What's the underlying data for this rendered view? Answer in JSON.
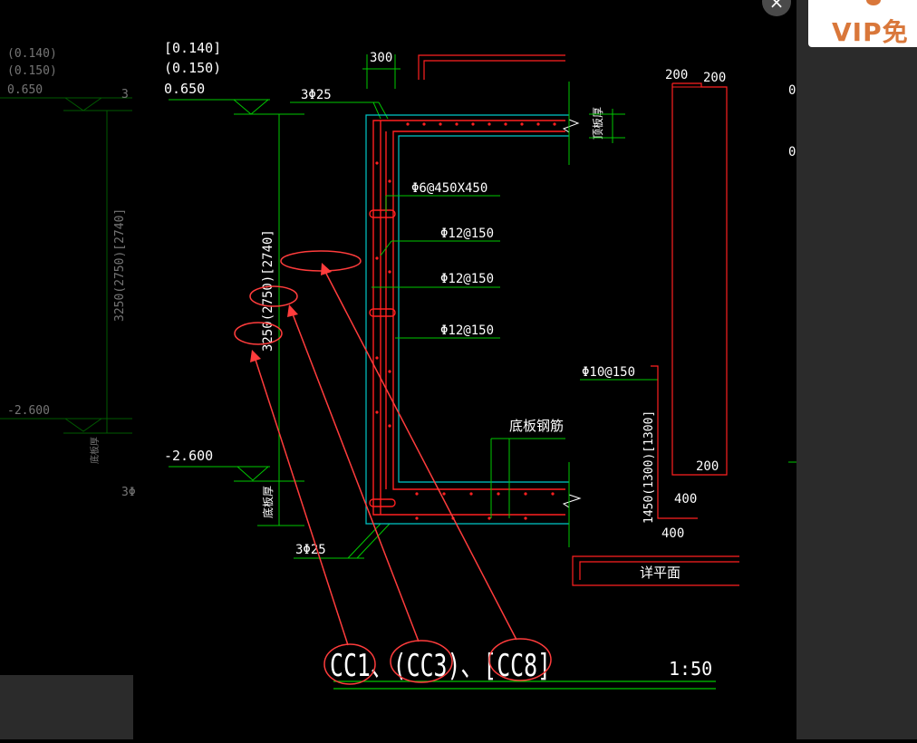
{
  "ui": {
    "vip_label": "VIP免",
    "close_glyph": "×"
  },
  "colors": {
    "background": "#000000",
    "dimension_line": "#00c800",
    "text": "#ffffff",
    "rebar": "#ff2020",
    "formwork": "#00c8c8",
    "annotation": "#ff3c3c",
    "panel": "#2b2b2b",
    "vip_accent": "#d9773a"
  },
  "ghost_left": {
    "elev_top": "(0.140)",
    "elev_mid": "(0.150)",
    "elev_base": "0.650",
    "bar_top": "3",
    "height_dim": "3250(2750)[2740]",
    "elev_bottom": "-2.600",
    "slab_thickness": "底板厚",
    "bar_bottom": "3Φ"
  },
  "ghost_right": {
    "label_a": "0",
    "label_b": "0"
  },
  "section": {
    "elev_top": "[0.140]",
    "elev_mid": "(0.150)",
    "elev_base": "0.650",
    "top_bars": "3Φ25",
    "wall_width": "300",
    "side_slab_label": "顶板厚",
    "tie_rebar": "Φ6@450X450",
    "horizontal_rebar_1": "Φ12@150",
    "horizontal_rebar_2": "Φ12@150",
    "horizontal_rebar_3": "Φ12@150",
    "height_dim": "3250(2750)[2740]",
    "elev_bottom": "-2.600",
    "slab_thickness": "底板厚",
    "slab_rebar": "底板钢筋",
    "bottom_bars": "3Φ25",
    "detail_ref": "详平面"
  },
  "detail": {
    "dim_top_left": "200",
    "dim_top_right": "200",
    "stirrup": "Φ10@150",
    "height_dim": "1450(1300)[1300]",
    "dim_200": "200",
    "dim_400_a": "400",
    "dim_400_b": "400"
  },
  "title": {
    "wall_types": "CC1、(CC3)、[CC8]",
    "scale": "1:50"
  }
}
